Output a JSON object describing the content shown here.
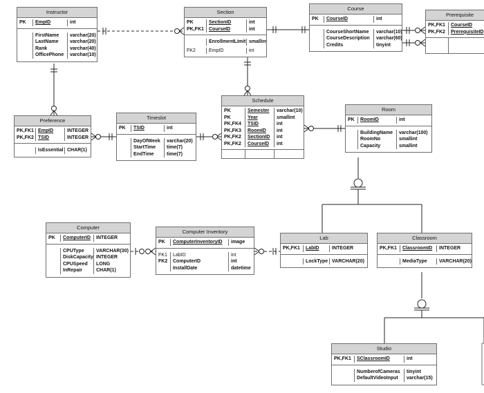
{
  "entities": {
    "instructor": {
      "title": "Instructor",
      "pk": [
        {
          "key": "PK",
          "name": "EmpID",
          "type": "int"
        }
      ],
      "attrs": [
        {
          "key": "",
          "name": "FirstName",
          "type": "varchar(20)"
        },
        {
          "key": "",
          "name": "LastName",
          "type": "varchar(20)"
        },
        {
          "key": "",
          "name": "Rank",
          "type": "varchar(40)"
        },
        {
          "key": "",
          "name": "OfficePhone",
          "type": "varchar(10)"
        }
      ]
    },
    "section": {
      "title": "Section",
      "pk": [
        {
          "key": "PK",
          "name": "SectionID",
          "type": "int"
        },
        {
          "key": "PK,FK1",
          "name": "CourseID",
          "type": "int"
        }
      ],
      "attrs": [
        {
          "key": "",
          "name": "EnrollmentLimit",
          "type": "smallint"
        },
        {
          "key": "FK2",
          "name": "EmpID",
          "type": "int"
        }
      ]
    },
    "course": {
      "title": "Course",
      "pk": [
        {
          "key": "PK",
          "name": "CourseID",
          "type": "int"
        }
      ],
      "attrs": [
        {
          "key": "",
          "name": "CourseShortName",
          "type": "varchar(10)"
        },
        {
          "key": "",
          "name": "CourseDescription",
          "type": "varchar(60)"
        },
        {
          "key": "",
          "name": "Credits",
          "type": "tinyint"
        }
      ]
    },
    "prerequisite": {
      "title": "Prerequisite",
      "pk": [
        {
          "key": "PK,FK1",
          "name": "CourseID",
          "type": ""
        },
        {
          "key": "PK,FK2",
          "name": "PrerequisiteID",
          "type": ""
        }
      ],
      "attrs": []
    },
    "preference": {
      "title": "Preference",
      "pk": [
        {
          "key": "PK,FK1",
          "name": "EmpID",
          "type": "INTEGER"
        },
        {
          "key": "PK,FK2",
          "name": "TSID",
          "type": "INTEGER"
        }
      ],
      "attrs": [
        {
          "key": "",
          "name": "IsEssential",
          "type": "CHAR(1)"
        }
      ]
    },
    "timeslot": {
      "title": "Timeslot",
      "pk": [
        {
          "key": "PK",
          "name": "TSID",
          "type": "int"
        }
      ],
      "attrs": [
        {
          "key": "",
          "name": "DayOfWeek",
          "type": "varchar(20)"
        },
        {
          "key": "",
          "name": "StartTime",
          "type": "time(7)"
        },
        {
          "key": "",
          "name": "EndTime",
          "type": "time(7)"
        }
      ]
    },
    "schedule": {
      "title": "Schedule",
      "pk": [
        {
          "key": "PK",
          "name": "Semester",
          "type": "varchar(10)"
        },
        {
          "key": "PK",
          "name": "Year",
          "type": "smallint"
        },
        {
          "key": "PK,FK4",
          "name": "TSID",
          "type": "int"
        },
        {
          "key": "PK,FK3",
          "name": "RoomID",
          "type": "int"
        },
        {
          "key": "PK,FK2",
          "name": "SectionID",
          "type": "int"
        },
        {
          "key": "PK,FK2",
          "name": "CourseID",
          "type": "int"
        }
      ],
      "attrs": []
    },
    "room": {
      "title": "Room",
      "pk": [
        {
          "key": "PK",
          "name": "RoomID",
          "type": "int"
        }
      ],
      "attrs": [
        {
          "key": "",
          "name": "BuildingName",
          "type": "varchar(100)"
        },
        {
          "key": "",
          "name": "RoomNo",
          "type": "smallint"
        },
        {
          "key": "",
          "name": "Capacity",
          "type": "smallint"
        }
      ]
    },
    "computer": {
      "title": "Computer",
      "pk": [
        {
          "key": "PK",
          "name": "ComputerID",
          "type": "INTEGER"
        }
      ],
      "attrs": [
        {
          "key": "",
          "name": "CPUType",
          "type": "VARCHAR(30)"
        },
        {
          "key": "",
          "name": "DiskCapacity",
          "type": "INTEGER"
        },
        {
          "key": "",
          "name": "CPUSpeed",
          "type": "LONG"
        },
        {
          "key": "",
          "name": "InRepair",
          "type": "CHAR(1)"
        }
      ]
    },
    "computer_inventory": {
      "title": "Computer Inventory",
      "pk": [
        {
          "key": "PK",
          "name": "ComputerInventoryID",
          "type": "image"
        }
      ],
      "attrs": [
        {
          "key": "FK1",
          "name": "LabID",
          "type": "int"
        },
        {
          "key": "FK2",
          "name": "ComputerID",
          "type": "int"
        },
        {
          "key": "",
          "name": "InstallDate",
          "type": "datetime"
        }
      ]
    },
    "lab": {
      "title": "Lab",
      "pk": [
        {
          "key": "PK,FK1",
          "name": "LabID",
          "type": "INTEGER"
        }
      ],
      "attrs": [
        {
          "key": "",
          "name": "LockType",
          "type": "VARCHAR(20)"
        }
      ]
    },
    "classroom": {
      "title": "Classroom",
      "pk": [
        {
          "key": "PK,FK1",
          "name": "ClassroomID",
          "type": "INTEGER"
        }
      ],
      "attrs": [
        {
          "key": "",
          "name": "MediaType",
          "type": "VARCHAR(20)"
        }
      ]
    },
    "studio": {
      "title": "Studio",
      "pk": [
        {
          "key": "PK,FK1",
          "name": "SClassroomID",
          "type": "int"
        }
      ],
      "attrs": [
        {
          "key": "",
          "name": "NumberofCameras",
          "type": "tinyint"
        },
        {
          "key": "",
          "name": "DefaultVideoInput",
          "type": "varchar(15)"
        }
      ]
    }
  }
}
